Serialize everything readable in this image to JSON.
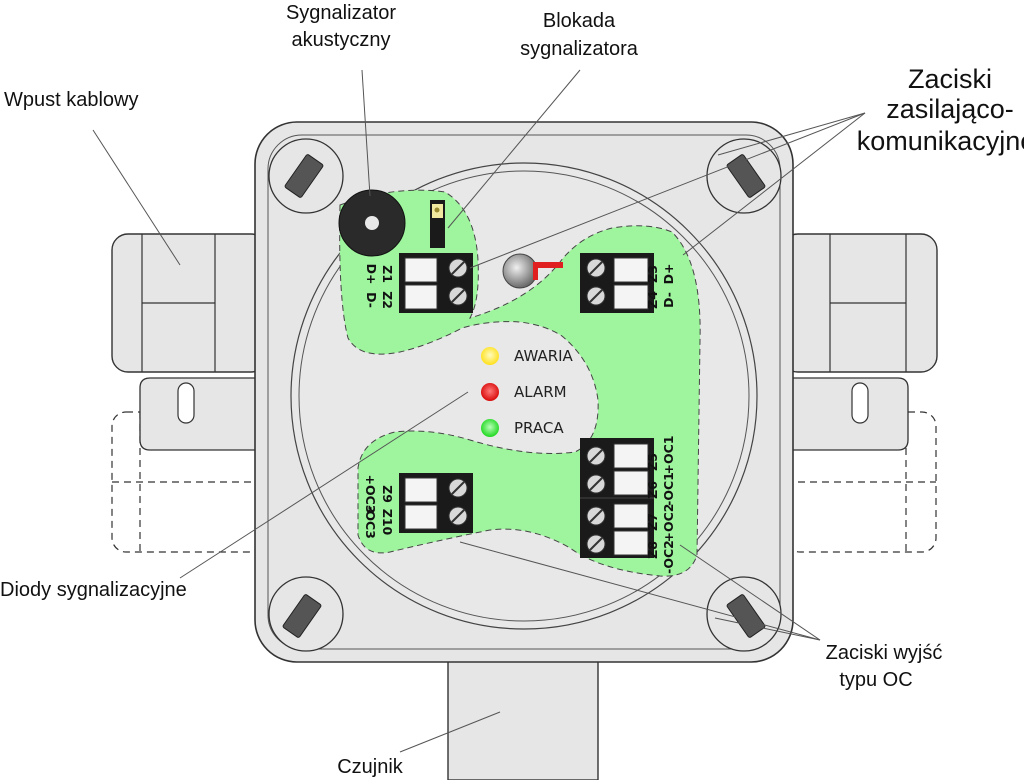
{
  "labels": {
    "buzzer": [
      "Sygnalizator",
      "akustyczny"
    ],
    "buzzer_lock": [
      "Blokada",
      "sygnalizatora"
    ],
    "supply_terminals": [
      "Zaciski",
      "zasilająco-",
      "komunikacyjne"
    ],
    "cable_gland": "Wpust kablowy",
    "diodes": "Diody sygnalizacyjne",
    "oc_terminals": [
      "Zaciski wyjść",
      "typu OC"
    ],
    "sensor": "Czujnik"
  },
  "leds": [
    {
      "label": "AWARIA",
      "color": "#ffe81a"
    },
    {
      "label": "ALARM",
      "color": "#e01010"
    },
    {
      "label": "PRACA",
      "color": "#22dd22"
    }
  ],
  "terminals": {
    "z1z2": [
      "Z1",
      "D+",
      "Z2",
      "D-"
    ],
    "z3z4": [
      "Z3",
      "D+",
      "Z4",
      "D-"
    ],
    "z9z10": [
      "Z9",
      "+OC3",
      "Z10",
      "-OC3"
    ],
    "z5z6": [
      "Z5",
      "+OC1",
      "Z6",
      "-OC1"
    ],
    "z7z8": [
      "Z7",
      "+OC2",
      "Z8",
      "-OC2"
    ]
  },
  "colors": {
    "board": "#9ef59e",
    "housing": "#e6e6e6",
    "terminal_block": "#1a1a1a"
  }
}
